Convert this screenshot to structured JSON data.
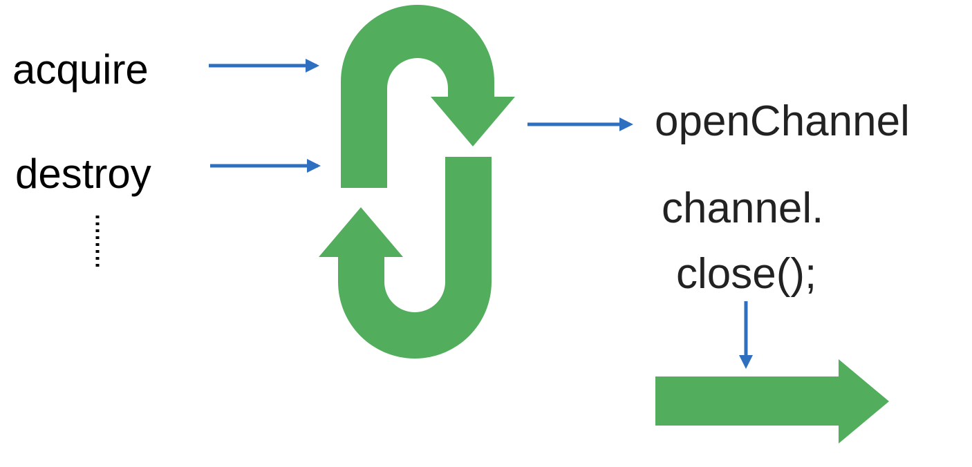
{
  "labels": {
    "acquire": "acquire",
    "destroy": "destroy",
    "open_channel": "openChannel",
    "channel_line1": "channel.",
    "channel_line2": "close();"
  },
  "colors": {
    "green": "#52ad5c",
    "blue_arrow": "#2f6fbf",
    "text": "#000000",
    "dots": "#000000"
  }
}
